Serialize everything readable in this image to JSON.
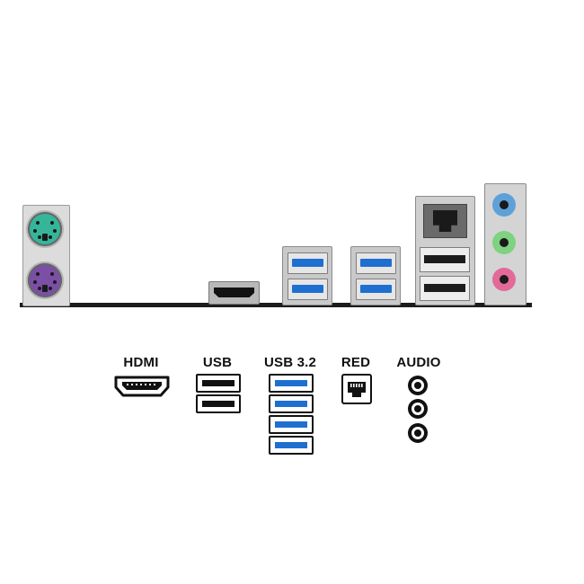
{
  "legend": {
    "hdmi": "HDMI",
    "usb": "USB",
    "usb32": "USB 3.2",
    "red": "RED",
    "audio": "AUDIO"
  },
  "icons": {
    "ps2_keyboard": "ps2-keyboard-port-icon",
    "ps2_mouse": "ps2-mouse-port-icon",
    "hdmi": "hdmi-port-icon",
    "usb": "usb-port-icon",
    "usb32": "usb-3-2-port-icon",
    "rj45": "ethernet-port-icon",
    "audio": "audio-jack-icon"
  },
  "colors": {
    "usb32_blue": "#1f6fd1",
    "ps2_keyboard_green": "#35b69a",
    "ps2_mouse_purple": "#7b4fa6",
    "audio_line_in_blue": "#5ea1d8",
    "audio_line_out_green": "#7fd27f",
    "audio_mic_pink": "#e26a99"
  }
}
